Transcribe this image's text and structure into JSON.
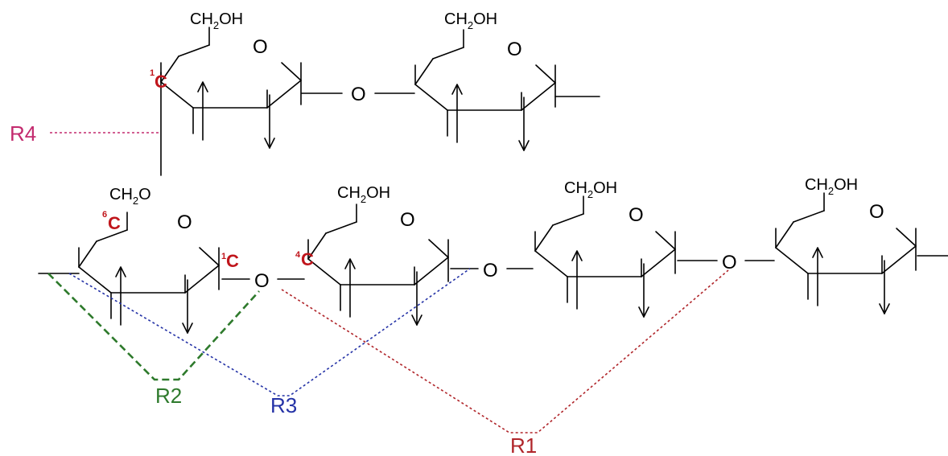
{
  "colors": {
    "ink": "#000000",
    "carbon": "#c0161c",
    "r1": "#b0252a",
    "r2": "#2e7a2c",
    "r3": "#2432a6",
    "r4": "#c32a6e"
  },
  "atoms": {
    "ring_oxygen": "O",
    "bridge_oxygen": "O",
    "ch2oh_pre": "CH",
    "ch2oh_sub": "2",
    "ch2oh_post": "OH",
    "ch2o_post": "O"
  },
  "carbons": {
    "c1_top": {
      "sup": "1",
      "label": "C"
    },
    "c6": {
      "sup": "6",
      "label": "C"
    },
    "c1_bottom": {
      "sup": "1",
      "label": "C"
    },
    "c4": {
      "sup": "4",
      "label": "C"
    }
  },
  "distances": {
    "r1": "R1",
    "r2": "R2",
    "r3": "R3",
    "r4": "R4"
  }
}
